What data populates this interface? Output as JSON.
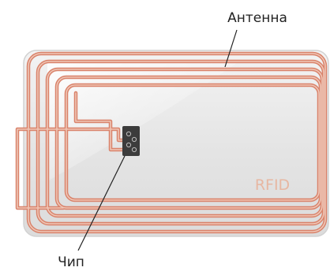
{
  "labels": {
    "antenna": "Антенна",
    "chip": "Чип",
    "card_mark": "RFID"
  },
  "colors": {
    "coil": "#d9826a",
    "coil_fill": "#efc6b6",
    "card": "#e7e7e7",
    "card_edge": "#d2d2d2",
    "chip": "#3c3c3c",
    "card_mark": "#e7b7a2",
    "leader": "#222222"
  }
}
